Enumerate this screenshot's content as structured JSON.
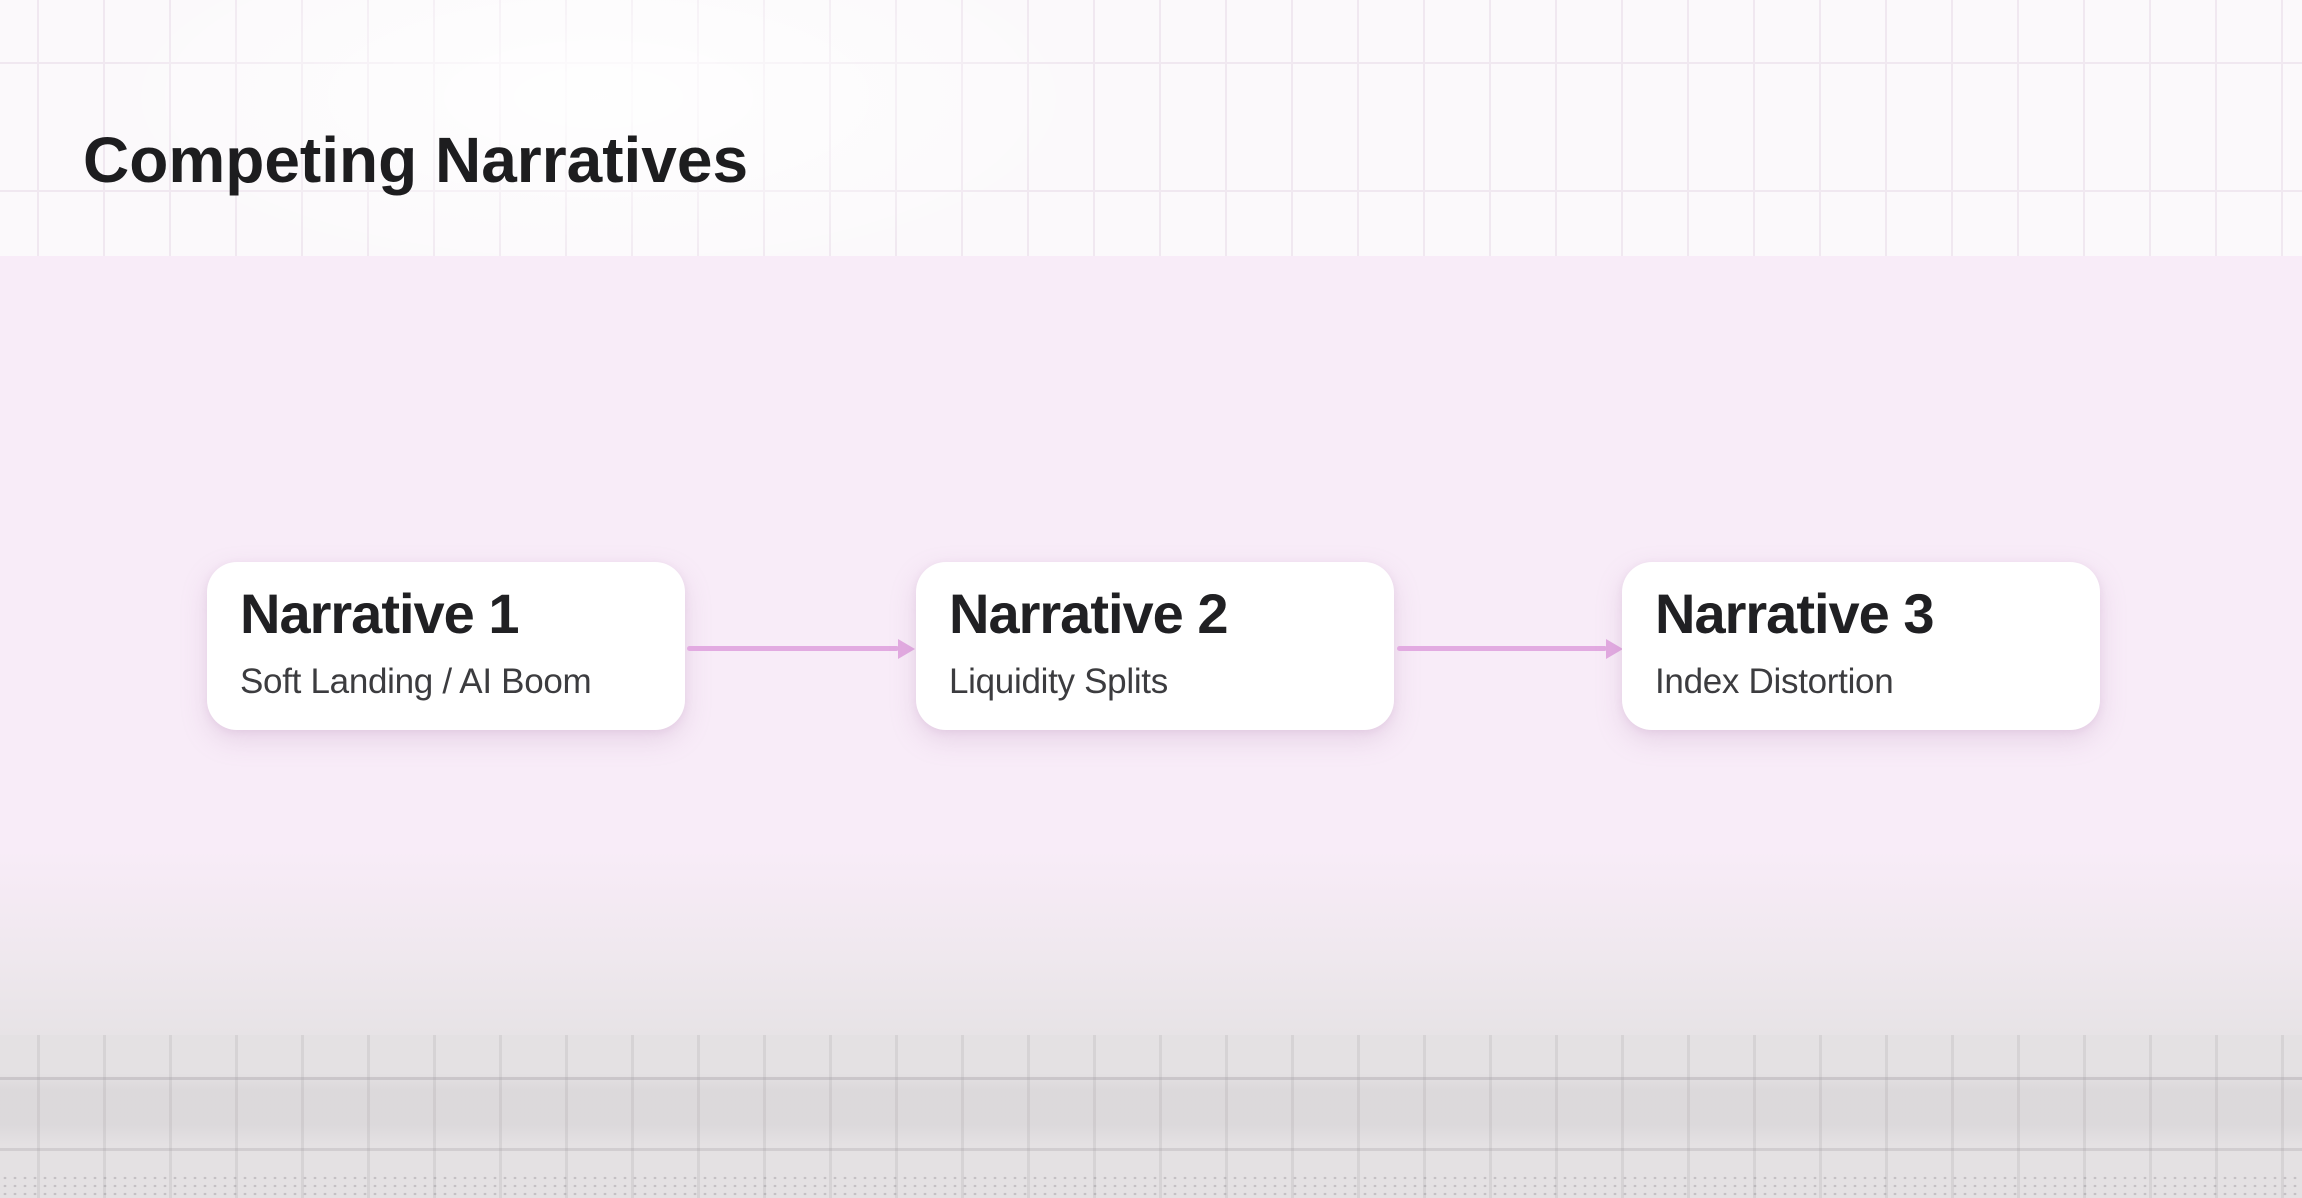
{
  "slide": {
    "title": "Competing Narratives"
  },
  "flow": {
    "nodes": [
      {
        "title": "Narrative 1",
        "subtitle": "Soft Landing / AI Boom"
      },
      {
        "title": "Narrative 2",
        "subtitle": "Liquidity Splits"
      },
      {
        "title": "Narrative 3",
        "subtitle": "Index Distortion"
      }
    ]
  },
  "colors": {
    "top_bg": "#fbf9fb",
    "grid_line_top": "#ede3ed",
    "band_pink": "#f8ecf8",
    "bottom_bg": "#e4e1e3",
    "grid_line_bottom": "#d6d3d5",
    "card_bg": "#ffffff",
    "arrow_pink": "#e2aae1",
    "title_ink": "#1d1d1f",
    "node_title_ink": "#202023",
    "node_subtitle_ink": "#3c3c3f"
  }
}
